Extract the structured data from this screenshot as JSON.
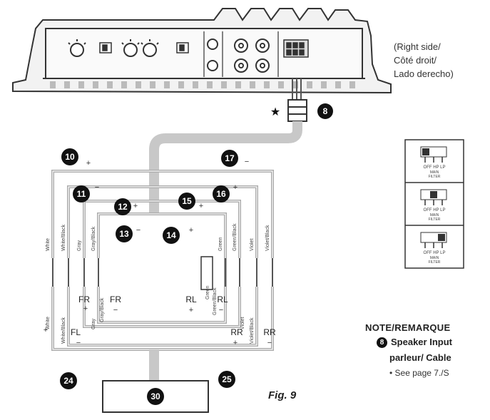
{
  "side_note": [
    "(Right side/",
    "Côté droit/",
    "Lado derecho)"
  ],
  "callouts": {
    "star": "★",
    "n8": "8",
    "n10": "10",
    "n11": "11",
    "n12": "12",
    "n13": "13",
    "n14": "14",
    "n15": "15",
    "n16": "16",
    "n17": "17",
    "n24": "24",
    "n25": "25",
    "n30": "30"
  },
  "polarity": {
    "plus": "+",
    "minus": "−"
  },
  "channels": {
    "fr": "FR",
    "fl": "FL",
    "rl": "RL",
    "rr": "RR"
  },
  "wire_labels": {
    "white": "White",
    "white_black": "White/Black",
    "gray": "Gray",
    "gray_black": "Gray/Black",
    "green": "Green",
    "green_black": "Green/Black",
    "violet": "Violet",
    "violet_black": "Violet/Black"
  },
  "switch_panel": {
    "options": "OFF  HP  LP",
    "label1": "MAIN",
    "label2": "FILTER"
  },
  "note": {
    "title": "NOTE/REMARQUE",
    "num": "8",
    "line1": "Speaker Input",
    "line2": "parleur/ Cable",
    "line3": "• See page 7./S"
  },
  "fig_label": "Fig. 9"
}
